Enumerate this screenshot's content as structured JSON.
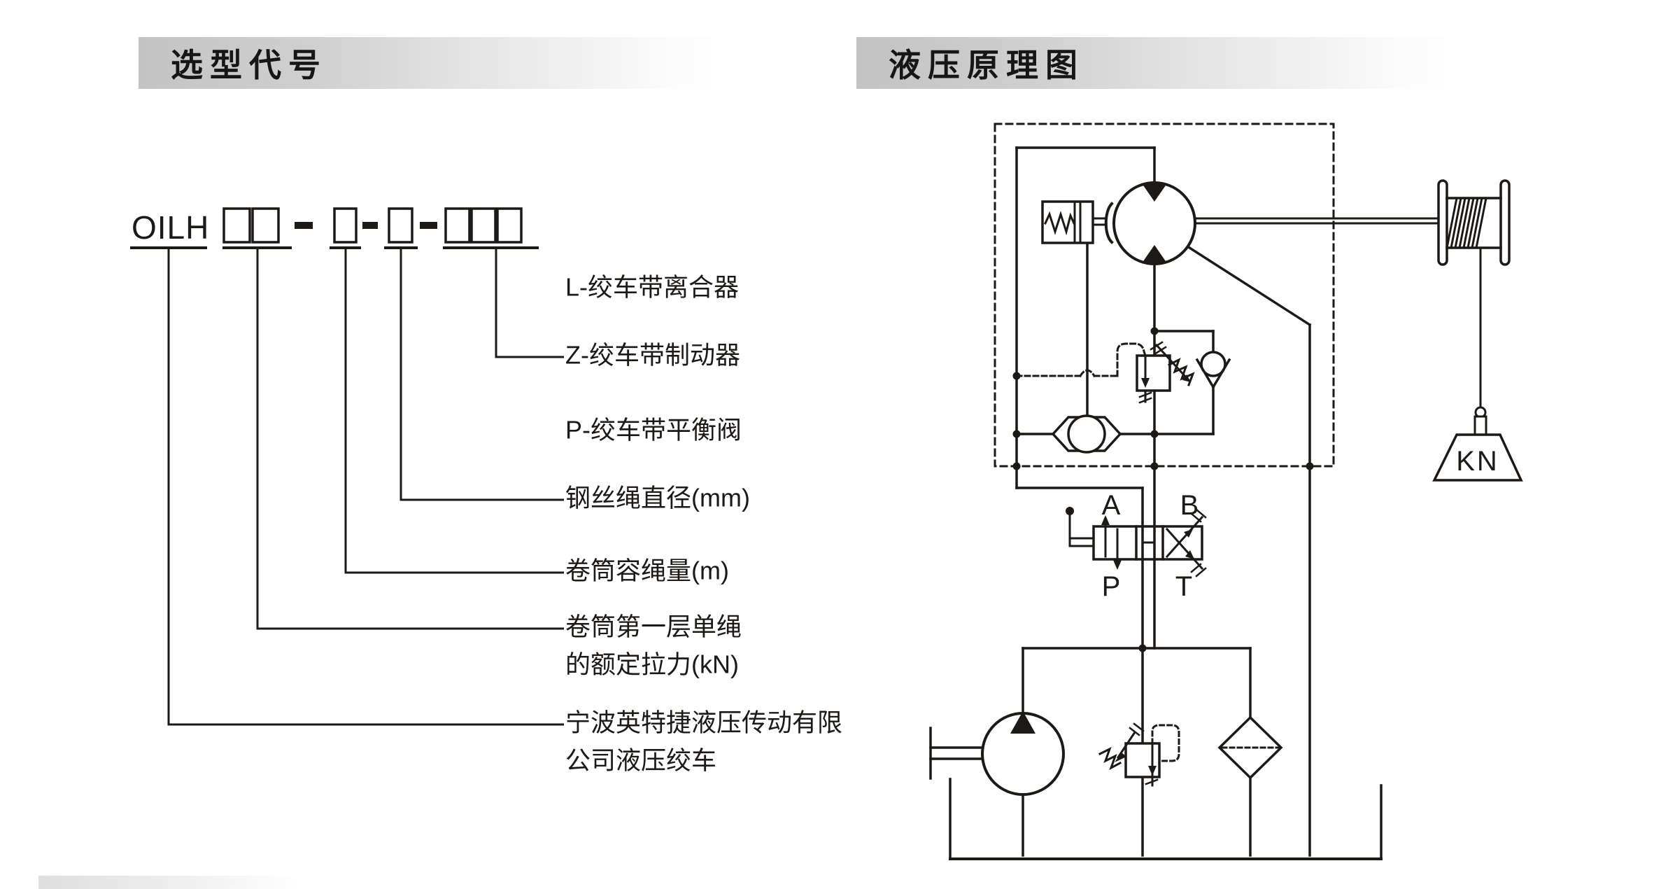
{
  "headers": {
    "left_title": "选型代号",
    "right_title": "液压原理图"
  },
  "model_code": {
    "prefix": "OILH",
    "labels": {
      "clutch": "L-绞车带离合器",
      "brake": "Z-绞车带制动器",
      "balance_valve": "P-绞车带平衡阀",
      "rope_diameter": "钢丝绳直径(mm)",
      "drum_capacity": "卷筒容绳量(m)",
      "rated_pull_line1": "卷筒第一层单绳",
      "rated_pull_line2": "的额定拉力(kN)",
      "company_line1": "宁波英特捷液压传动有限",
      "company_line2": "公司液压绞车"
    }
  },
  "schematic": {
    "port_a": "A",
    "port_b": "B",
    "port_p": "P",
    "port_t": "T",
    "load": "KN"
  },
  "colors": {
    "ink": "#1c1917",
    "header_gradient_start": "#c3c3c3",
    "header_gradient_end": "#ffffff"
  }
}
